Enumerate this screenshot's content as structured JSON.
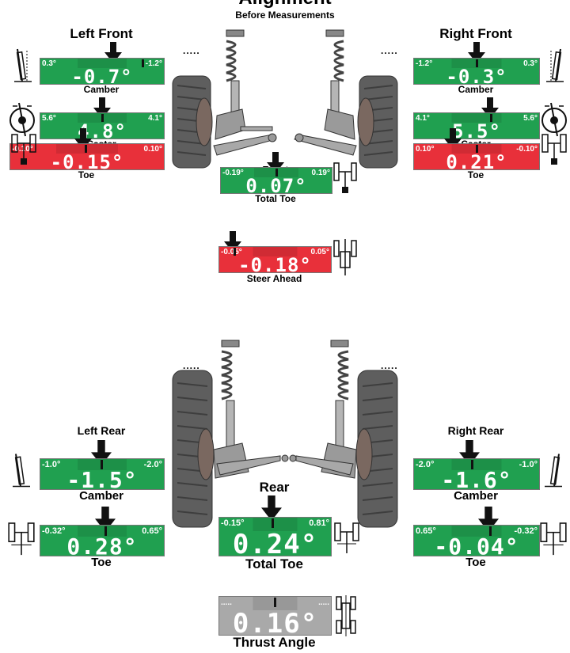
{
  "header": {
    "title": "Alignment",
    "subtitle": "Before Measurements"
  },
  "colors": {
    "green": "#20a050",
    "red": "#e8303a",
    "gray": "#a9a9a9"
  },
  "front": {
    "label": "Front",
    "left_title": "Left Front",
    "right_title": "Right Front",
    "left_dots": ".....",
    "right_dots": ".....",
    "left_camber": {
      "value": "-0.7°",
      "min": "0.3°",
      "max": "-1.2°",
      "label": "Camber",
      "status": "green"
    },
    "left_caster": {
      "value": "4.8°",
      "min": "5.6°",
      "max": "4.1°",
      "label": "Caster",
      "status": "green"
    },
    "left_toe": {
      "value": "-0.15°",
      "min": "-0.10°",
      "max": "0.10°",
      "label": "Toe",
      "status": "red"
    },
    "right_camber": {
      "value": "-0.3°",
      "min": "-1.2°",
      "max": "0.3°",
      "label": "Camber",
      "status": "green"
    },
    "right_caster": {
      "value": "5.5°",
      "min": "4.1°",
      "max": "5.6°",
      "label": "Caster",
      "status": "green"
    },
    "right_toe": {
      "value": "0.21°",
      "min": "0.10°",
      "max": "-0.10°",
      "label": "Toe",
      "status": "red"
    },
    "total_toe": {
      "value": "0.07°",
      "min": "-0.19°",
      "max": "0.19°",
      "label": "Total Toe",
      "status": "green"
    },
    "steer_ahead": {
      "value": "-0.18°",
      "min": "-0.05°",
      "max": "0.05°",
      "label": "Steer Ahead",
      "status": "red"
    }
  },
  "rear": {
    "label": "Rear",
    "left_title": "Left Rear",
    "right_title": "Right Rear",
    "left_dots": ".....",
    "right_dots": ".....",
    "left_camber": {
      "value": "-1.5°",
      "min": "-1.0°",
      "max": "-2.0°",
      "label": "Camber",
      "status": "green"
    },
    "left_toe": {
      "value": "0.28°",
      "min": "-0.32°",
      "max": "0.65°",
      "label": "Toe",
      "status": "green"
    },
    "right_camber": {
      "value": "-1.6°",
      "min": "-2.0°",
      "max": "-1.0°",
      "label": "Camber",
      "status": "green"
    },
    "right_toe": {
      "value": "-0.04°",
      "min": "0.65°",
      "max": "-0.32°",
      "label": "Toe",
      "status": "green"
    },
    "total_toe": {
      "value": "0.24°",
      "min": "-0.15°",
      "max": "0.81°",
      "label": "Total Toe",
      "status": "green"
    },
    "thrust_angle": {
      "value": "0.16°",
      "min": ".....",
      "max": ".....",
      "label": "Thrust Angle",
      "status": "gray"
    }
  }
}
